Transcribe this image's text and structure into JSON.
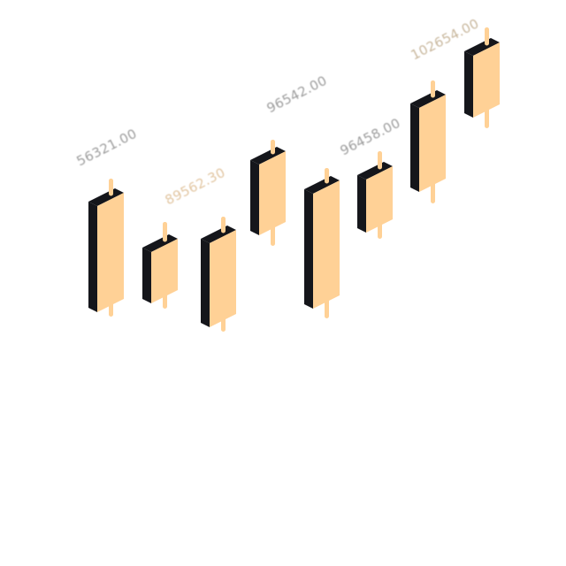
{
  "chart_data": {
    "type": "candlestick",
    "style": "isometric-3d",
    "title": "",
    "xlabel": "",
    "ylabel": "",
    "grid": false,
    "legend": "none",
    "candles": [
      {
        "label": "56321.00",
        "label_color": "#9e9e9e"
      },
      {
        "label": "89562.30",
        "label_color": "#e2c6a2"
      },
      {
        "label": "",
        "label_color": "#9e9e9e"
      },
      {
        "label": "96542.00",
        "label_color": "#9e9e9e"
      },
      {
        "label": "",
        "label_color": "#9e9e9e"
      },
      {
        "label": "96458.00",
        "label_color": "#9e9e9e"
      },
      {
        "label": "",
        "label_color": "#9e9e9e"
      },
      {
        "label": "102654.00",
        "label_color": "#c9b89e"
      }
    ],
    "colors": {
      "body_front": "#ffd196",
      "body_side": "#15161b",
      "body_top": "#15161b",
      "wick": "#ffd196"
    }
  }
}
